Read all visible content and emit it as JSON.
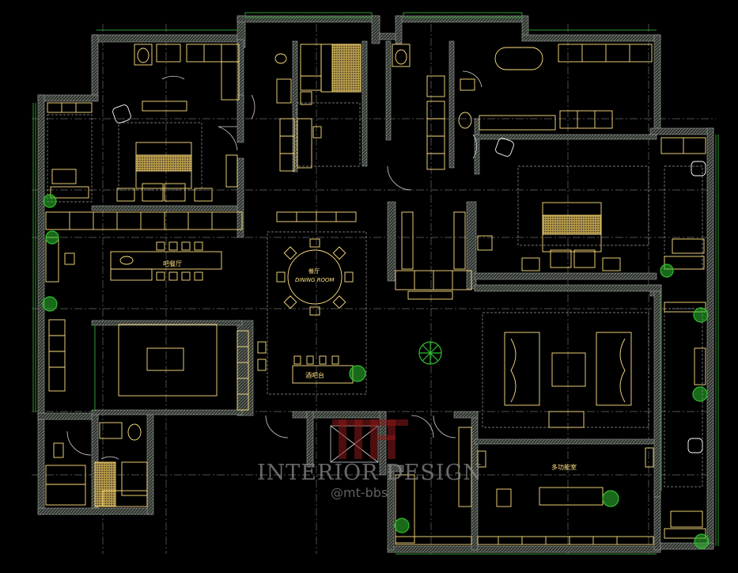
{
  "rooms": {
    "western_dining": "吧餐厅",
    "dining_cn": "餐厅",
    "dining_en": "DINING ROOM",
    "bar_counter": "酒吧台",
    "multi_function": "多功能室"
  },
  "watermark": {
    "title": "INTERIOR DESIGN",
    "handle": "@mt-bbs"
  },
  "colors": {
    "background": "#000000",
    "wall_fill": "#3a3f3a",
    "wall_hatch": "#6a6f6a",
    "furniture": "#ffe080",
    "window_line": "#2f9a2f",
    "grid_line": "#7a7a7a",
    "plant": "#2fbf2f"
  }
}
